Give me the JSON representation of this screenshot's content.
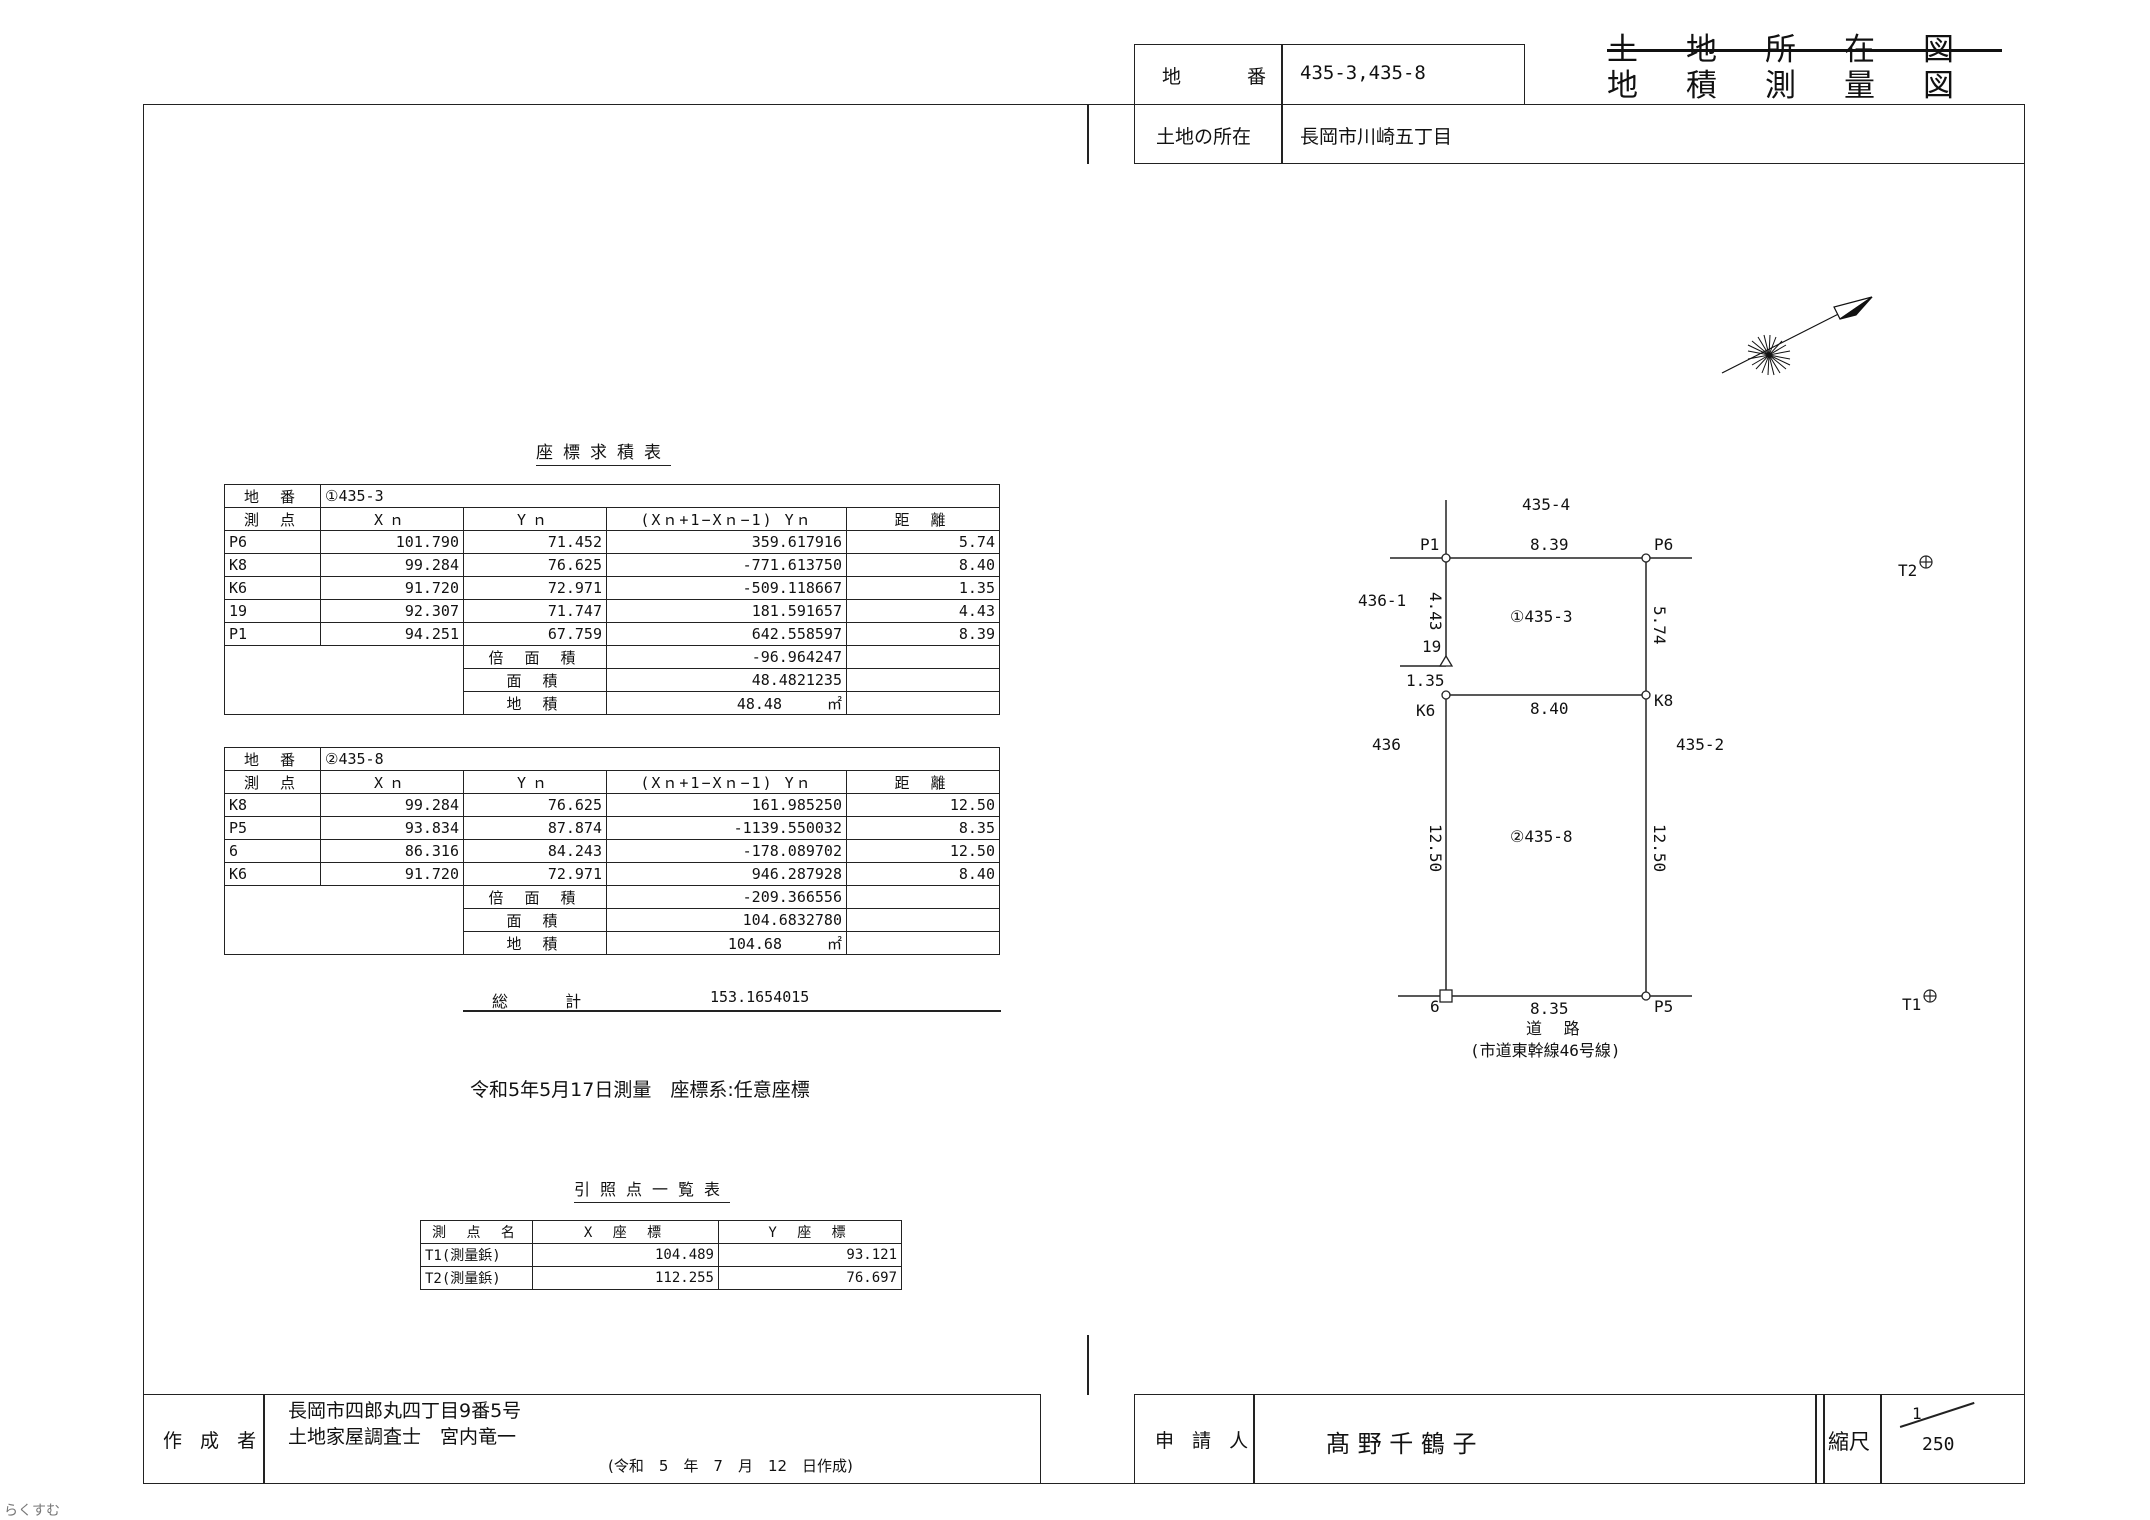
{
  "header": {
    "title_line1": "土地所在図",
    "title_line2": "地積測量図",
    "lot_number_label": "地 番",
    "lot_number_value": "435-3,435-8",
    "location_label": "土地の所在",
    "location_value": "長岡市川崎五丁目"
  },
  "coord_table_title": "座標求積表",
  "parcel1": {
    "lot_label": "地 番",
    "lot_value": "①435-3",
    "headers": [
      "測 点",
      "Xｎ",
      "Yｎ",
      "(Xｎ+1−Xｎ−1) Yｎ",
      "距 離"
    ],
    "rows": [
      [
        "P6",
        "101.790",
        "71.452",
        "359.617916",
        "5.74"
      ],
      [
        "K8",
        "99.284",
        "76.625",
        "-771.613750",
        "8.40"
      ],
      [
        "K6",
        "91.720",
        "72.971",
        "-509.118667",
        "1.35"
      ],
      [
        "19",
        "92.307",
        "71.747",
        "181.591657",
        "4.43"
      ],
      [
        "P1",
        "94.251",
        "67.759",
        "642.558597",
        "8.39"
      ]
    ],
    "double_area_label": "倍 面 積",
    "double_area_value": "-96.964247",
    "area_label": "面 積",
    "area_value": "48.4821235",
    "land_area_label": "地 積",
    "land_area_value": "48.48",
    "unit": "㎡"
  },
  "parcel2": {
    "lot_label": "地 番",
    "lot_value": "②435-8",
    "headers": [
      "測 点",
      "Xｎ",
      "Yｎ",
      "(Xｎ+1−Xｎ−1) Yｎ",
      "距 離"
    ],
    "rows": [
      [
        "K8",
        "99.284",
        "76.625",
        "161.985250",
        "12.50"
      ],
      [
        "P5",
        "93.834",
        "87.874",
        "-1139.550032",
        "8.35"
      ],
      [
        "6",
        "86.316",
        "84.243",
        "-178.089702",
        "12.50"
      ],
      [
        "K6",
        "91.720",
        "72.971",
        "946.287928",
        "8.40"
      ]
    ],
    "double_area_label": "倍 面 積",
    "double_area_value": "-209.366556",
    "area_label": "面 積",
    "area_value": "104.6832780",
    "land_area_label": "地 積",
    "land_area_value": "104.68",
    "unit": "㎡"
  },
  "total_label": "総 計",
  "total_value": "153.1654015",
  "survey_note": "令和5年5月17日測量　座標系:任意座標",
  "ref_table": {
    "title": "引照点一覧表",
    "headers": [
      "測 点 名",
      "X 座 標",
      "Y 座 標"
    ],
    "rows": [
      [
        "T1(測量鋲)",
        "104.489",
        "93.121"
      ],
      [
        "T2(測量鋲)",
        "112.255",
        "76.697"
      ]
    ]
  },
  "map": {
    "neighbor_north": "435-4",
    "neighbor_west_upper": "436-1",
    "neighbor_west_lower": "436",
    "neighbor_east": "435-2",
    "road_label": "道 路",
    "road_note": "(市道東幹線46号線)",
    "parcel1_label": "①435-3",
    "parcel2_label": "②435-8",
    "points": {
      "P1": "P1",
      "P6": "P6",
      "p19": "19",
      "K6": "K6",
      "K8": "K8",
      "p6": "6",
      "P5": "P5",
      "T1": "T1",
      "T2": "T2"
    },
    "dims": {
      "top": "8.39",
      "left_upper": "4.43",
      "right_upper": "5.74",
      "small_left": "1.35",
      "middle": "8.40",
      "left_lower": "12.50",
      "right_lower": "12.50",
      "bottom": "8.35"
    }
  },
  "footer": {
    "maker_label": "作 成 者",
    "maker_address": "長岡市四郎丸四丁目9番5号",
    "maker_name": "土地家屋調査士　宮内竜一",
    "maker_date": "(令和　5　年　7　月　12　日作成)",
    "applicant_label": "申 請 人",
    "applicant_name": "髙 野 千 鶴 子",
    "scale_label": "縮尺",
    "scale_numerator": "1",
    "scale_denominator": "250"
  },
  "watermark": "らくすむ"
}
